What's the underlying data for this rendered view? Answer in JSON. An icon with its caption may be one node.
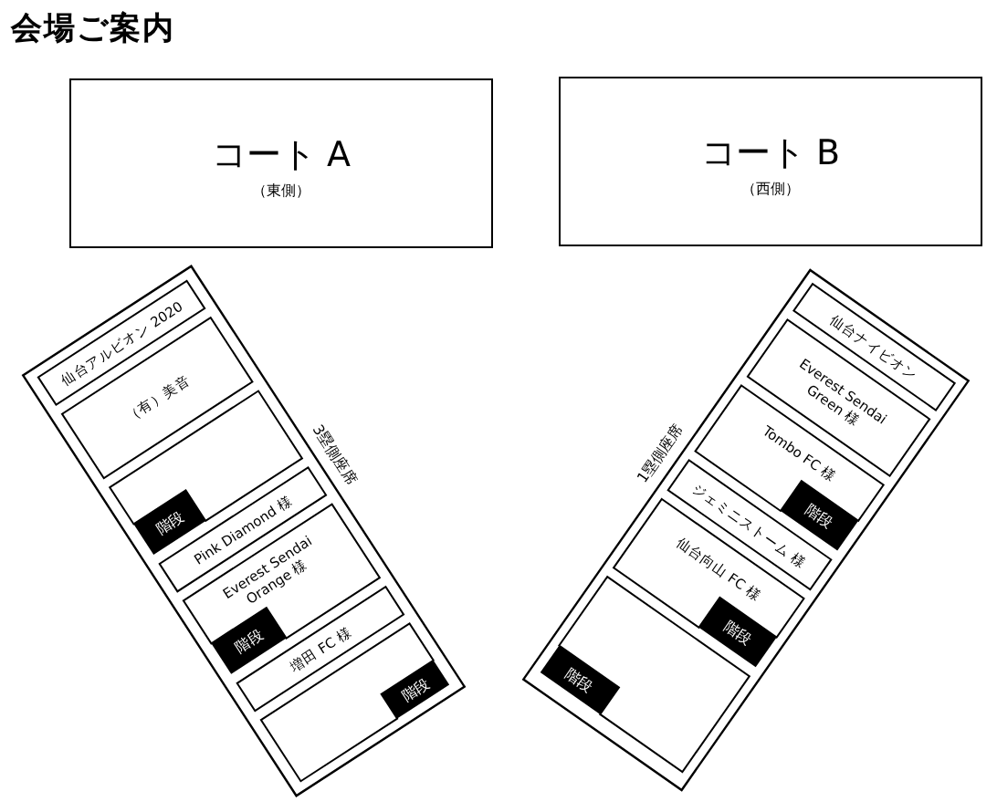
{
  "diagram": {
    "title": "会場ご案内",
    "nodes": [
      {
        "text": [
          "コート A",
          "（東側）"
        ]
      },
      {
        "text": [
          "コート B",
          "（西側）"
        ]
      },
      {
        "text": [],
        "shape": "box",
        "beside": [
          "3塁側座席"
        ]
      },
      {
        "text": [
          "仙台アルビオン 2020"
        ],
        "in": 2
      },
      {
        "text": [
          "（有）美音"
        ],
        "in": 2
      },
      {
        "text": [],
        "shape": "box",
        "in": 2
      },
      {
        "text": [
          "階段"
        ],
        "in": 2
      },
      {
        "text": [
          "Pink Diamond 様"
        ],
        "in": 2
      },
      {
        "text": [
          "Everest Sendai Orange 様"
        ],
        "in": 2
      },
      {
        "text": [
          "階段"
        ],
        "in": 2
      },
      {
        "text": [
          "増田 FC 様"
        ],
        "in": 2
      },
      {
        "text": [],
        "shape": "box",
        "in": 2
      },
      {
        "text": [
          "階段"
        ],
        "in": 2
      },
      {
        "text": [],
        "shape": "box",
        "beside": [
          "1塁側座席"
        ]
      },
      {
        "text": [
          "仙台ナイビオン"
        ],
        "in": 13
      },
      {
        "text": [
          "Everest Sendai Green 様"
        ],
        "in": 13
      },
      {
        "text": [
          "Tombo FC 様"
        ],
        "in": 13
      },
      {
        "text": [
          "階段"
        ],
        "in": 13
      },
      {
        "text": [
          "ジェミニストーム 様"
        ],
        "in": 13
      },
      {
        "text": [
          "仙台向山 FC 様"
        ],
        "in": 13
      },
      {
        "text": [
          "階段"
        ],
        "in": 13
      },
      {
        "text": [],
        "shape": "box",
        "in": 13
      },
      {
        "text": [
          "階段"
        ],
        "in": 13
      }
    ]
  }
}
